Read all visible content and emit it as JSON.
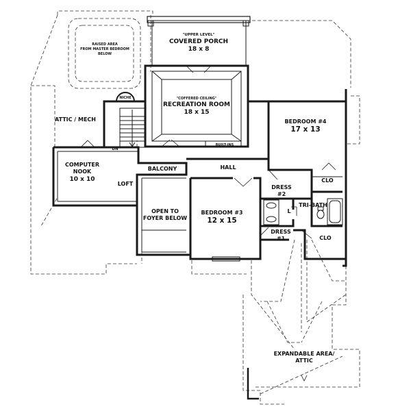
{
  "rooms": {
    "raised_area": [
      "RAISED AREA",
      "FROM MASTER BEDROOM",
      "BELOW"
    ],
    "upper_level": "\"UPPER LEVEL\"",
    "covered_porch": "COVERED PORCH",
    "covered_porch_size": "18 x 8",
    "niche": "NICHE",
    "coffered_ceiling": "\"COFFERED CEILING\"",
    "recreation_room": "RECREATION ROOM",
    "recreation_room_size": "18 x 15",
    "built_ins": "BUILT-INS",
    "attic_mech": "ATTIC / MECH",
    "dn": "DN",
    "bedroom4": "BEDROOM #4",
    "bedroom4_size": "17 x 13",
    "computer_nook": "COMPUTER",
    "computer_nook2": "NOOK",
    "computer_nook_size": "10 x 10",
    "balcony": "BALCONY",
    "hall": "HALL",
    "loft": "LOFT",
    "clo_top": "CLO",
    "dress2": "DRESS",
    "dress2_num": "#2",
    "l": "L",
    "tri_bath": "TRI-BATH",
    "open_to": "OPEN TO",
    "foyer_below": "FOYER BELOW",
    "bedroom3": "BEDROOM #3",
    "bedroom3_size": "12 x 15",
    "dress1": "DRESS",
    "dress1_num": "#1",
    "clo_bottom": "CLO",
    "expandable_area": "EXPANDABLE AREA/",
    "attic": "ATTIC"
  }
}
